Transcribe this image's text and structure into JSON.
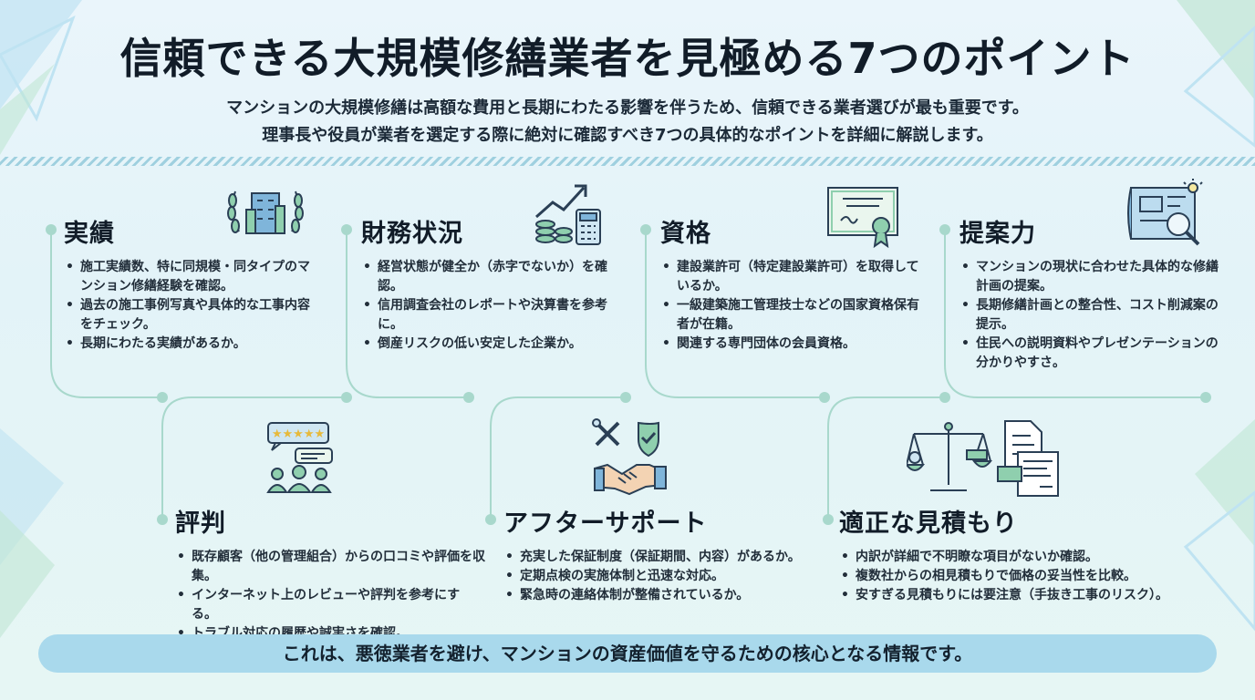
{
  "title": "信頼できる大規模修繕業者を見極める7つのポイント",
  "subtitle_lines": [
    "マンションの大規模修繕は高額な費用と長期にわたる影響を伴うため、信頼できる業者選びが最も重要です。",
    "理事長や役員が業者を選定する際に絶対に確認すべき7つの具体的なポイントを詳細に解説します。"
  ],
  "points": [
    {
      "heading": "実績",
      "icon": "building-laurel-icon",
      "bullets": [
        "施工実績数、特に同規模・同タイプのマンション修繕経験を確認。",
        "過去の施工事例写真や具体的な工事内容をチェック。",
        "長期にわたる実績があるか。"
      ]
    },
    {
      "heading": "財務状況",
      "icon": "growth-chart-calculator-icon",
      "bullets": [
        "経営状態が健全か（赤字でないか）を確認。",
        "信用調査会社のレポートや決算書を参考に。",
        "倒産リスクの低い安定した企業か。"
      ]
    },
    {
      "heading": "資格",
      "icon": "certificate-icon",
      "bullets": [
        "建設業許可（特定建設業許可）を取得しているか。",
        "一級建築施工管理技士などの国家資格保有者が在籍。",
        "関連する専門団体の会員資格。"
      ]
    },
    {
      "heading": "提案力",
      "icon": "blueprint-magnifier-icon",
      "bullets": [
        "マンションの現状に合わせた具体的な修繕計画の提案。",
        "長期修繕計画との整合性、コスト削減案の提示。",
        "住民への説明資料やプレゼンテーションの分かりやすさ。"
      ]
    },
    {
      "heading": "評判",
      "icon": "reviews-people-icon",
      "bullets": [
        "既存顧客（他の管理組合）からの口コミや評価を収集。",
        "インターネット上のレビューや評判を参考にする。",
        "トラブル対応の履歴や誠実さを確認。"
      ]
    },
    {
      "heading": "アフターサポート",
      "icon": "handshake-shield-tools-icon",
      "bullets": [
        "充実した保証制度（保証期間、内容）があるか。",
        "定期点検の実施体制と迅速な対応。",
        "緊急時の連絡体制が整備されているか。"
      ]
    },
    {
      "heading": "適正な見積もり",
      "icon": "scale-documents-icon",
      "bullets": [
        "内訳が詳細で不明瞭な項目がないか確認。",
        "複数社からの相見積もりで価格の妥当性を比較。",
        "安すぎる見積もりには要注意（手抜き工事のリスク）。"
      ]
    }
  ],
  "footer": "これは、悪徳業者を避け、マンションの資産価値を守るための核心となる情報です。",
  "colors": {
    "connector": "#a8d8cc",
    "dot": "#a8d8cc",
    "footer_bg": "#a9d9ec",
    "icon_stroke": "#2a3f55",
    "icon_green": "#8fcfae",
    "icon_blue": "#7fb5da"
  }
}
